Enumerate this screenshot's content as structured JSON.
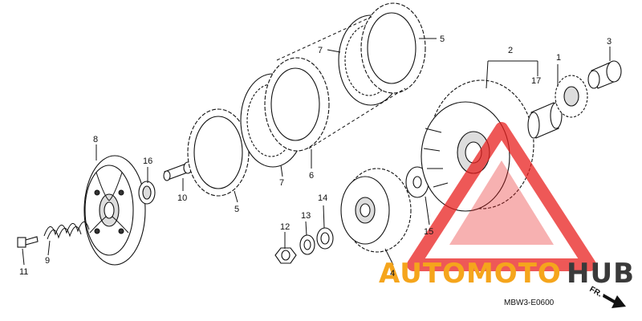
{
  "callouts": {
    "c1": "1",
    "c2": "2",
    "c3": "3",
    "c4": "4",
    "c5a": "5",
    "c5b": "5",
    "c6": "6",
    "c7a": "7",
    "c7b": "7",
    "c8": "8",
    "c9": "9",
    "c10": "10",
    "c11": "11",
    "c12": "12",
    "c13": "13",
    "c14": "14",
    "c15": "15",
    "c16": "16",
    "c17": "17"
  },
  "diagram_code": "MBW3-E0600",
  "front_marker": "FR.",
  "watermark": {
    "part1": "AUTOMOTO",
    "part2": "HUB"
  },
  "colors": {
    "watermark_orange": "#f5a51c",
    "watermark_dark": "#3a3a3a",
    "watermark_triangle": "#e8201f",
    "ink": "#111111"
  }
}
